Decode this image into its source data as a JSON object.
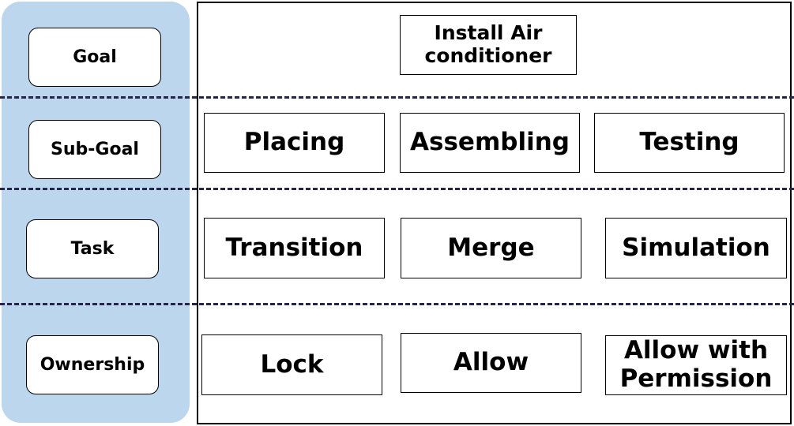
{
  "levels": {
    "goal": "Goal",
    "sub_goal": "Sub-Goal",
    "task": "Task",
    "ownership": "Ownership"
  },
  "goal": {
    "title": "Install Air conditioner"
  },
  "sub_goals": [
    "Placing",
    "Assembling",
    "Testing"
  ],
  "tasks": [
    "Transition",
    "Merge",
    "Simulation"
  ],
  "ownership": [
    "Lock",
    "Allow",
    "Allow with Permission"
  ]
}
